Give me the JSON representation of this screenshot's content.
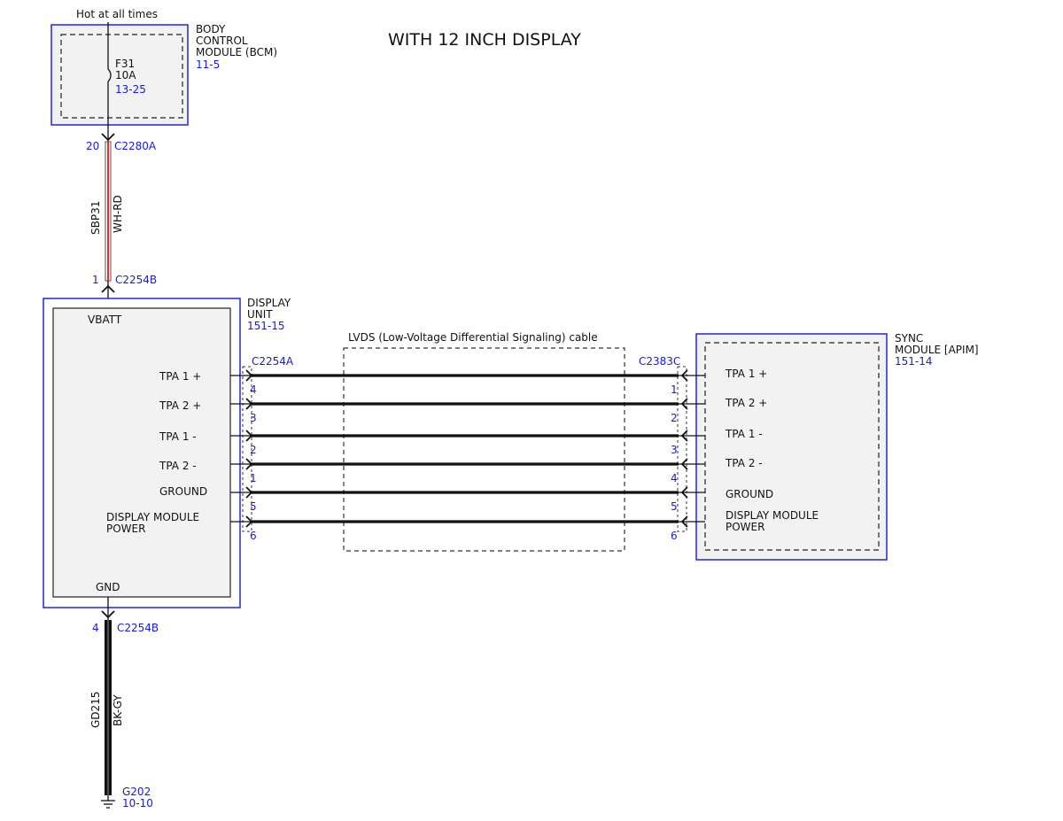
{
  "title": "WITH 12 INCH DISPLAY",
  "colors": {
    "module_outline": "#2424e0",
    "component_fill": "#f2f2f2",
    "ref_text": "#1a1ad6",
    "wire": "#111111",
    "wire_red_stripe": "#e03030"
  },
  "power": {
    "source_label": "Hot at all times"
  },
  "bcm": {
    "name_lines": [
      "BODY",
      "CONTROL",
      "MODULE (BCM)"
    ],
    "page_ref": "11-5",
    "fuse_name": "F31",
    "fuse_rating": "10A",
    "fuse_ref": "13-25"
  },
  "wire_power": {
    "pin_bcm": "20",
    "connector_bcm": "C2280A",
    "circuit": "SBP31",
    "color": "WH-RD",
    "pin_display": "1",
    "connector_display": "C2254B"
  },
  "display_unit": {
    "name_lines": [
      "DISPLAY",
      "UNIT"
    ],
    "page_ref": "151-15",
    "vbatt_label": "VBATT",
    "gnd_label": "GND",
    "connector": "C2254A"
  },
  "cable": {
    "label": "LVDS (Low-Voltage Differential Signaling) cable"
  },
  "sync": {
    "name_lines": [
      "SYNC",
      "MODULE [APIM]"
    ],
    "page_ref": "151-14",
    "connector": "C2383C"
  },
  "signals": [
    {
      "display_lines": [
        "TPA 1 +"
      ],
      "display_pin": "4",
      "sync_lines": [
        "TPA 1 +"
      ],
      "sync_pin": "1"
    },
    {
      "display_lines": [
        "TPA 2 +"
      ],
      "display_pin": "3",
      "sync_lines": [
        "TPA 2 +"
      ],
      "sync_pin": "2"
    },
    {
      "display_lines": [
        "TPA 1 -"
      ],
      "display_pin": "2",
      "sync_lines": [
        "TPA 1 -"
      ],
      "sync_pin": "3"
    },
    {
      "display_lines": [
        "TPA 2 -"
      ],
      "display_pin": "1",
      "sync_lines": [
        "TPA 2 -"
      ],
      "sync_pin": "4"
    },
    {
      "display_lines": [
        "GROUND"
      ],
      "display_pin": "5",
      "sync_lines": [
        "GROUND"
      ],
      "sync_pin": "5"
    },
    {
      "display_lines": [
        "DISPLAY MODULE",
        "POWER"
      ],
      "display_pin": "6",
      "sync_lines": [
        "DISPLAY MODULE",
        "POWER"
      ],
      "sync_pin": "6"
    }
  ],
  "wire_ground": {
    "pin": "4",
    "connector": "C2254B",
    "circuit": "GD215",
    "color": "BK-GY",
    "ground_name": "G202",
    "ground_ref": "10-10"
  }
}
